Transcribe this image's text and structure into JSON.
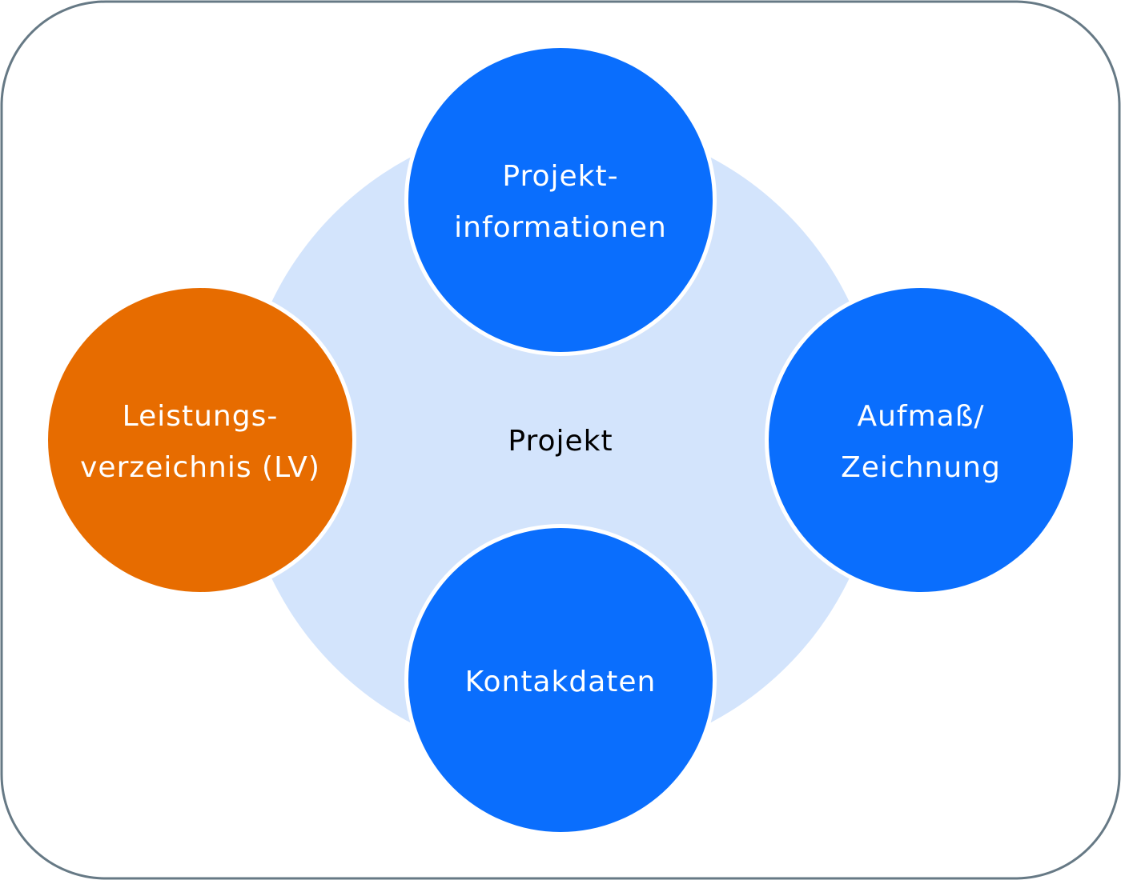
{
  "center": {
    "label": "Projekt"
  },
  "nodes": [
    {
      "id": "top",
      "lines": [
        "Projekt-",
        "informationen"
      ],
      "color": "#0a6efd"
    },
    {
      "id": "right",
      "lines": [
        "Aufmaß/",
        "Zeichnung"
      ],
      "color": "#0a6efd"
    },
    {
      "id": "bottom",
      "lines": [
        "Kontakdaten"
      ],
      "color": "#0a6efd"
    },
    {
      "id": "left",
      "lines": [
        "Leistungs-",
        "verzeichnis (LV)"
      ],
      "color": "#e76c00"
    }
  ],
  "colors": {
    "frame": "#667985",
    "hub": "#d3e4fc",
    "text": "#ffffff",
    "center_text": "#000000"
  }
}
